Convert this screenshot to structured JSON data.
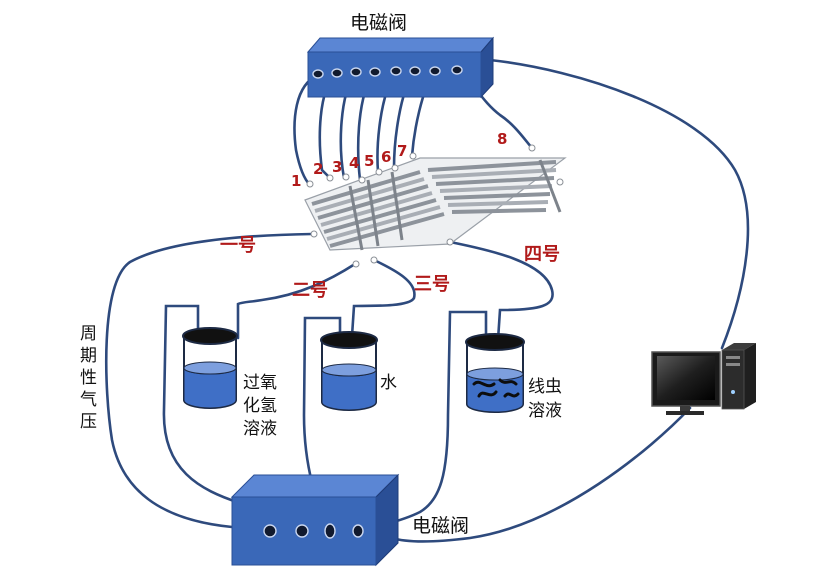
{
  "labels": {
    "top_valve": "电磁阀",
    "bottom_valve": "电磁阀",
    "channel_1": "一号",
    "channel_2": "二号",
    "channel_3": "三号",
    "channel_4": "四号",
    "side_pressure": [
      "周",
      "期",
      "性",
      "气",
      "压"
    ],
    "beaker_h2o2": [
      "过氧",
      "化氢",
      "溶液"
    ],
    "beaker_water": "水",
    "beaker_worm": [
      "线虫",
      "溶液"
    ]
  },
  "valve_numbers": [
    "1",
    "2",
    "3",
    "4",
    "5",
    "6",
    "7",
    "8"
  ],
  "colors": {
    "tube": "#2e4a7d",
    "box_front": "#3a68b8",
    "box_top": "#5b86d4",
    "box_side": "#2a4f96",
    "liquid": "#3f6fc6",
    "label_red": "#b11a1a"
  },
  "icons": [
    "solenoid-valve-icon",
    "microfluidic-chip-icon",
    "beaker-icon",
    "computer-icon"
  ]
}
